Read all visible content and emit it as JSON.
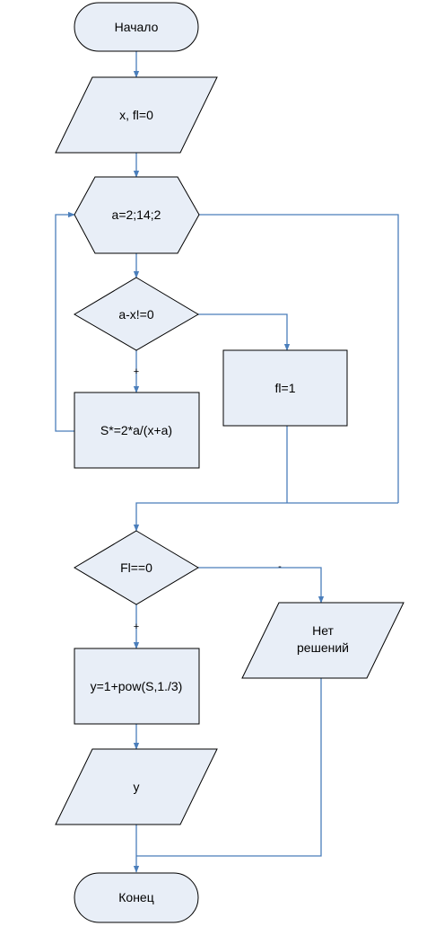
{
  "colors": {
    "shape_fill": "#e8eef7",
    "shape_stroke": "#000000",
    "connector": "#4a7ebb",
    "background": "#ffffff"
  },
  "nodes": {
    "start": "Начало",
    "input": "x, fl=0",
    "loop": "a=2;14;2",
    "condition1": "a-x!=0",
    "fl_assign": "fl=1",
    "sum_step": "S*=2*a/(x+a)",
    "condition2": "Fl==0",
    "no_solution_line1": "Нет",
    "no_solution_line2": "решений",
    "compute_y": "y=1+pow(S,1./3)",
    "output": "y",
    "end": "Конец"
  },
  "branch_labels": {
    "condition1_yes": "+",
    "condition2_yes": "+",
    "condition2_no": "-"
  }
}
